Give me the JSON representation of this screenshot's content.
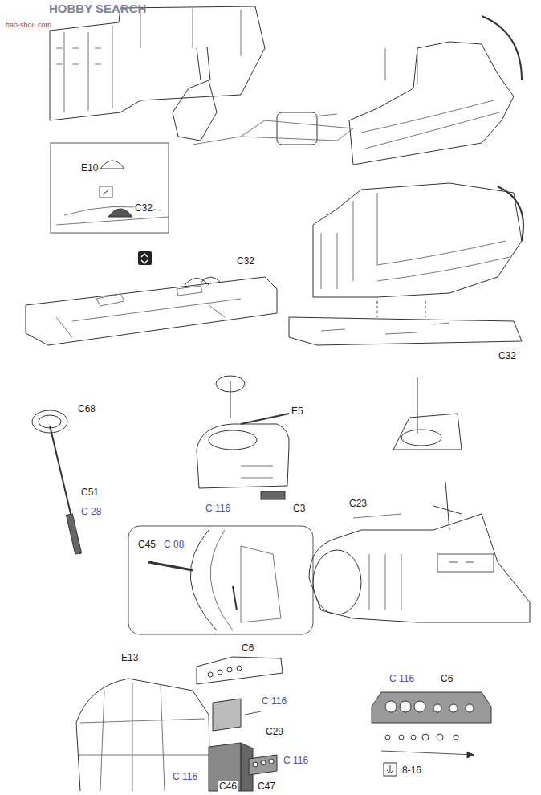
{
  "diagram": {
    "labels": [
      "HOBBY SEARCH",
      "hao-shou.com",
      "E10",
      "C32",
      "C32",
      "C32",
      "C68",
      "C51",
      "C 28",
      "E5",
      "C 116",
      "C3",
      "C45",
      "C 08",
      "C23",
      "E13",
      "C6",
      "C 116",
      "C29",
      "C 116",
      "C 116",
      "C46",
      "C47",
      "C 116",
      "C6",
      "8-16"
    ]
  }
}
